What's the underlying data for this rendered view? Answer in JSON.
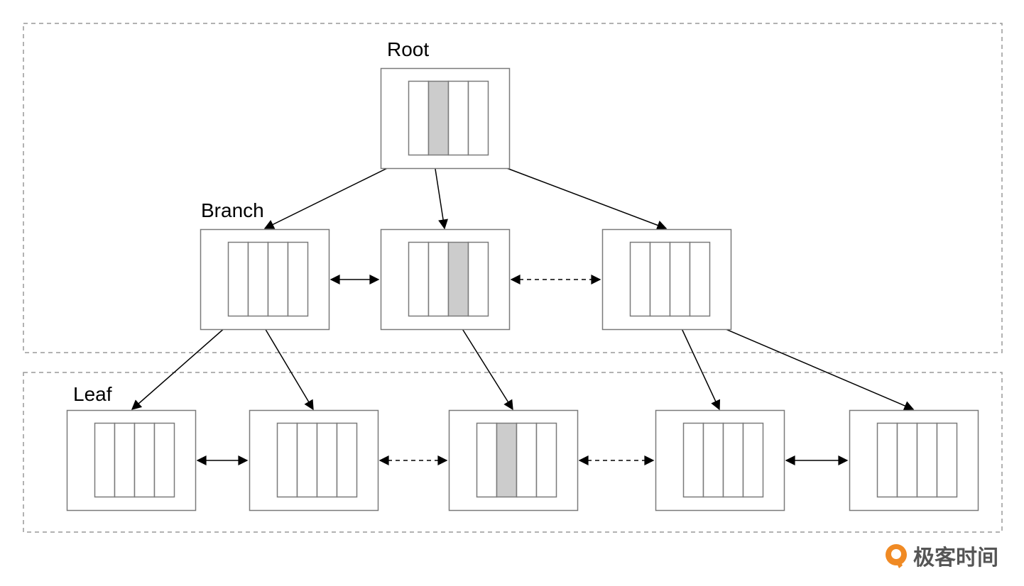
{
  "labels": {
    "root": "Root",
    "branch": "Branch",
    "leaf": "Leaf"
  },
  "brand": {
    "name": "极客时间",
    "logo_icon": "geektime-logo-icon",
    "accent_color": "#f08a24"
  },
  "colors": {
    "node_border": "#7a7a7a",
    "cell_highlight": "#cccccc",
    "dashed_frame": "#999999",
    "arrow": "#000000"
  },
  "nodes": [
    {
      "id": "root",
      "level": "root",
      "cells": 4,
      "highlight": 1
    },
    {
      "id": "branch-1",
      "level": "branch",
      "cells": 4,
      "highlight": -1
    },
    {
      "id": "branch-2",
      "level": "branch",
      "cells": 4,
      "highlight": 2
    },
    {
      "id": "branch-3",
      "level": "branch",
      "cells": 4,
      "highlight": -1
    },
    {
      "id": "leaf-1",
      "level": "leaf",
      "cells": 4,
      "highlight": -1
    },
    {
      "id": "leaf-2",
      "level": "leaf",
      "cells": 4,
      "highlight": -1
    },
    {
      "id": "leaf-3",
      "level": "leaf",
      "cells": 4,
      "highlight": 1
    },
    {
      "id": "leaf-4",
      "level": "leaf",
      "cells": 4,
      "highlight": -1
    },
    {
      "id": "leaf-5",
      "level": "leaf",
      "cells": 4,
      "highlight": -1
    }
  ],
  "edges": [
    {
      "from": "root",
      "to": "branch-1",
      "style": "tree"
    },
    {
      "from": "root",
      "to": "branch-2",
      "style": "tree"
    },
    {
      "from": "root",
      "to": "branch-3",
      "style": "tree"
    },
    {
      "from": "branch-1",
      "to": "leaf-1",
      "style": "tree"
    },
    {
      "from": "branch-1",
      "to": "leaf-2",
      "style": "tree"
    },
    {
      "from": "branch-2",
      "to": "leaf-3",
      "style": "tree"
    },
    {
      "from": "branch-3",
      "to": "leaf-4",
      "style": "tree"
    },
    {
      "from": "branch-3",
      "to": "leaf-5",
      "style": "tree"
    },
    {
      "from": "branch-1",
      "to": "branch-2",
      "style": "sibling-solid"
    },
    {
      "from": "branch-2",
      "to": "branch-3",
      "style": "sibling-dashed"
    },
    {
      "from": "leaf-1",
      "to": "leaf-2",
      "style": "sibling-solid"
    },
    {
      "from": "leaf-2",
      "to": "leaf-3",
      "style": "sibling-dashed"
    },
    {
      "from": "leaf-3",
      "to": "leaf-4",
      "style": "sibling-dashed"
    },
    {
      "from": "leaf-4",
      "to": "leaf-5",
      "style": "sibling-solid"
    }
  ]
}
